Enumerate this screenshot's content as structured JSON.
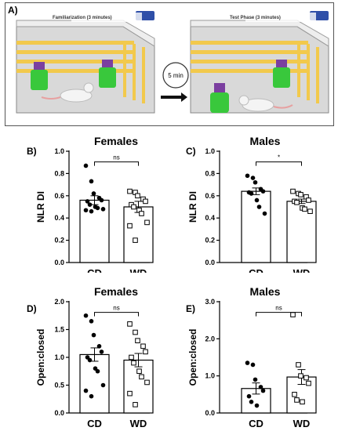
{
  "panel_a": {
    "letter": "A)",
    "left_box_label": "Familiarization (3 minutes)",
    "right_box_label": "Test Phase (3 minutes)",
    "interval_label": "5 min"
  },
  "chart_data": [
    {
      "id": "B",
      "letter": "B)",
      "type": "bar",
      "title": "Females",
      "ylabel": "NLR DI",
      "categories": [
        "CD",
        "WD"
      ],
      "values": [
        0.56,
        0.5
      ],
      "errors": [
        0.04,
        0.05
      ],
      "ylim": [
        0,
        1.0
      ],
      "ticks": [
        0,
        0.2,
        0.4,
        0.6,
        0.8,
        1.0
      ],
      "tick_labels": [
        "0.0",
        "0.2",
        "0.4",
        "0.6",
        "0.8",
        "1.0"
      ],
      "significance": "ns",
      "points": [
        [
          0.87,
          0.73,
          0.62,
          0.58,
          0.56,
          0.55,
          0.52,
          0.5,
          0.49,
          0.48,
          0.47,
          0.46
        ],
        [
          0.64,
          0.63,
          0.6,
          0.57,
          0.55,
          0.52,
          0.5,
          0.47,
          0.44,
          0.36,
          0.33,
          0.2
        ]
      ]
    },
    {
      "id": "C",
      "letter": "C)",
      "type": "bar",
      "title": "Males",
      "ylabel": "NLR DI",
      "categories": [
        "CD",
        "WD"
      ],
      "values": [
        0.64,
        0.55
      ],
      "errors": [
        0.03,
        0.02
      ],
      "ylim": [
        0,
        1.0
      ],
      "ticks": [
        0,
        0.2,
        0.4,
        0.6,
        0.8,
        1.0
      ],
      "tick_labels": [
        "0.0",
        "0.2",
        "0.4",
        "0.6",
        "0.8",
        "1.0"
      ],
      "significance": "*",
      "points": [
        [
          0.78,
          0.76,
          0.72,
          0.66,
          0.64,
          0.63,
          0.62,
          0.56,
          0.5,
          0.44
        ],
        [
          0.64,
          0.62,
          0.61,
          0.59,
          0.56,
          0.55,
          0.54,
          0.49,
          0.48,
          0.46
        ]
      ]
    },
    {
      "id": "D",
      "letter": "D)",
      "type": "bar",
      "title": "Females",
      "ylabel": "Open:closed",
      "categories": [
        "CD",
        "WD"
      ],
      "values": [
        1.05,
        0.95
      ],
      "errors": [
        0.12,
        0.12
      ],
      "ylim": [
        0,
        2.0
      ],
      "ticks": [
        0,
        0.5,
        1.0,
        1.5,
        2.0
      ],
      "tick_labels": [
        "0.0",
        "0.5",
        "1.0",
        "1.5",
        "2.0"
      ],
      "significance": "ns",
      "points": [
        [
          1.75,
          1.65,
          1.4,
          1.2,
          1.1,
          1.0,
          0.95,
          0.8,
          0.75,
          0.5,
          0.4,
          0.3
        ],
        [
          1.6,
          1.45,
          1.3,
          1.2,
          1.1,
          1.0,
          0.9,
          0.75,
          0.65,
          0.55,
          0.35,
          0.15
        ]
      ]
    },
    {
      "id": "E",
      "letter": "E)",
      "type": "bar",
      "title": "Males",
      "ylabel": "Open:closed",
      "categories": [
        "CD",
        "WD"
      ],
      "values": [
        0.66,
        0.97
      ],
      "errors": [
        0.15,
        0.2
      ],
      "ylim": [
        0,
        3.0
      ],
      "ticks": [
        0,
        1.0,
        2.0,
        3.0
      ],
      "tick_labels": [
        "0.0",
        "1.0",
        "2.0",
        "3.0"
      ],
      "significance": "ns",
      "points": [
        [
          1.35,
          1.3,
          0.9,
          0.7,
          0.6,
          0.45,
          0.3,
          0.2
        ],
        [
          2.65,
          1.3,
          1.0,
          0.95,
          0.8,
          0.5,
          0.35,
          0.3
        ]
      ]
    }
  ]
}
